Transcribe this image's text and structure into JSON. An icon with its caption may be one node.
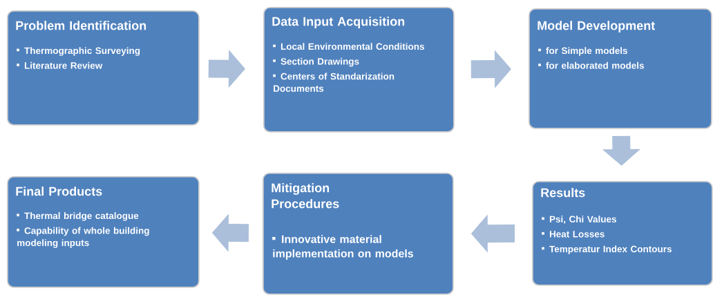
{
  "diagram": {
    "nodes": [
      {
        "text": [
          "Problem Identification",
          "Thermographic Surveying",
          "Literature Review"
        ]
      },
      {
        "text": [
          "Data Input Acquisition",
          "Local Environmental Conditions",
          "Section Drawings",
          "Centers of Standarization Documents"
        ]
      },
      {
        "text": [
          "Model Development",
          "for Simple models",
          "for elaborated models"
        ]
      },
      {
        "text": [
          "Results",
          "Psi, Chi Values",
          "Heat Losses",
          "Temperatur Index Contours"
        ]
      },
      {
        "text": [
          "Mitigation Procedures",
          "Innovative material implementation on models"
        ]
      },
      {
        "text": [
          "Final Products",
          "Thermal bridge catalogue",
          "Capability of whole building modeling inputs"
        ]
      }
    ],
    "edges": [
      {
        "from": 0,
        "to": 1,
        "arrow": "to"
      },
      {
        "from": 1,
        "to": 2,
        "arrow": "to"
      },
      {
        "from": 2,
        "to": 3,
        "arrow": "to"
      },
      {
        "from": 3,
        "to": 4,
        "arrow": "to"
      },
      {
        "from": 4,
        "to": 5,
        "arrow": "to"
      }
    ]
  }
}
